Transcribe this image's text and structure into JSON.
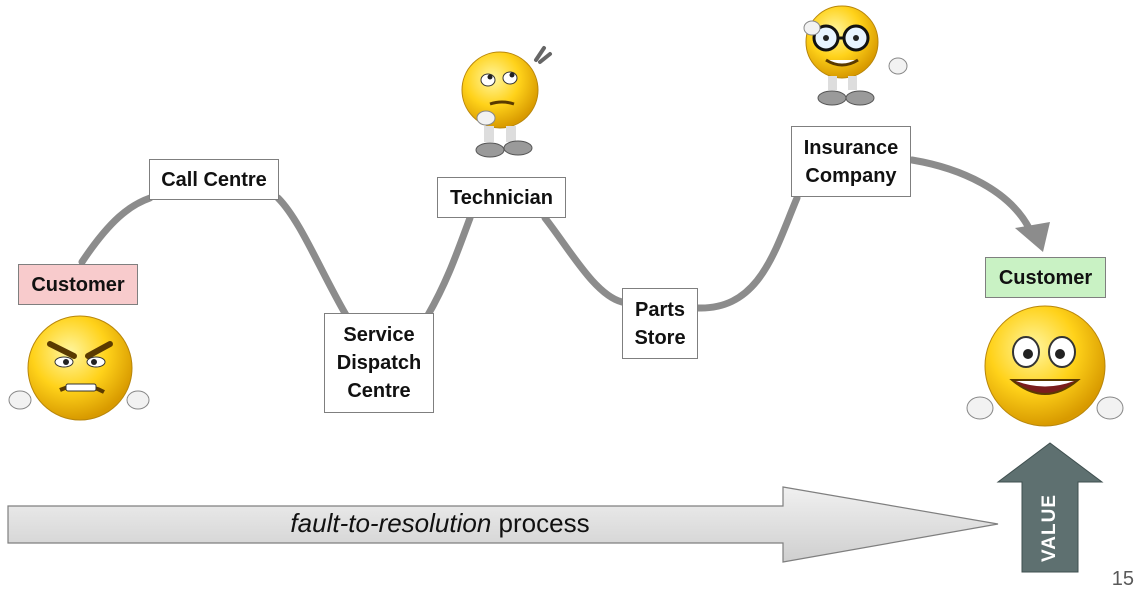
{
  "nodes": {
    "customer_start": "Customer",
    "call_centre": "Call Centre",
    "service_dispatch": "Service\nDispatch\nCentre",
    "technician": "Technician",
    "parts_store": "Parts\nStore",
    "insurance": "Insurance\nCompany",
    "customer_end": "Customer"
  },
  "process": {
    "label_italic": "fault-to-resolution",
    "label_rest": " process"
  },
  "value_label": "VALUE",
  "page_number": "15",
  "colors": {
    "connector": "#8c8c8c",
    "customer_start_fill": "#f8cbcc",
    "customer_end_fill": "#c9f2c4",
    "value_arrow": "#5e7070",
    "process_arrow": "#d9d9d9"
  }
}
